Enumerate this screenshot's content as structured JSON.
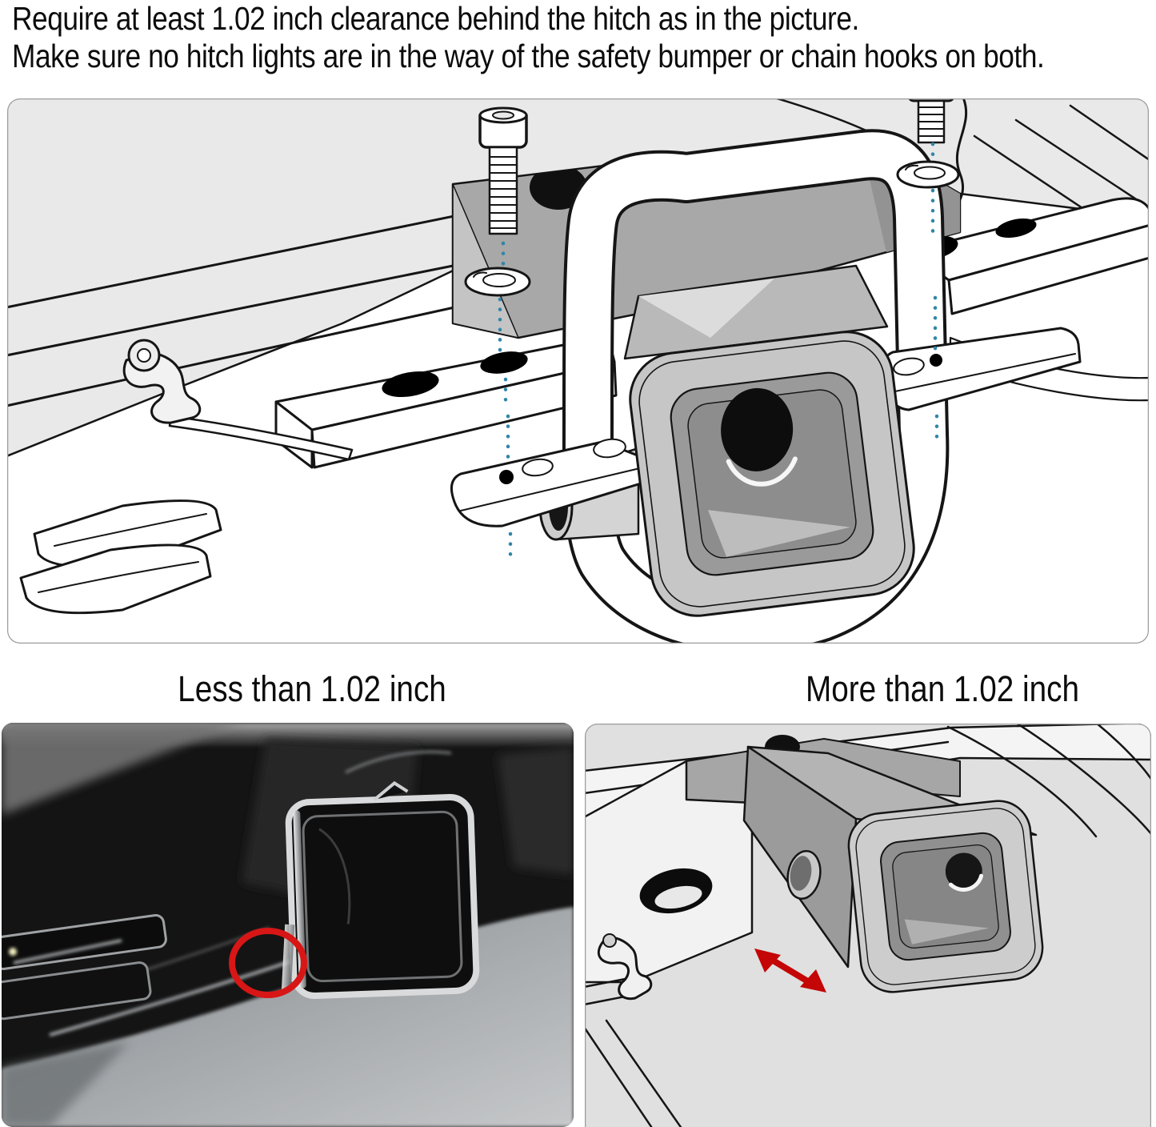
{
  "header": {
    "line1": "Require at least 1.02 inch clearance behind the hitch as in the picture.",
    "line2": "Make sure no hitch lights are in the way of the safety bumper or chain hooks on both."
  },
  "labels": {
    "less": "Less than 1.02 inch",
    "more": "More than 1.02 inch"
  },
  "colors": {
    "guide_dots": "#2f86a7",
    "highlight_circle": "#d81616",
    "clearance_arrow": "#c40606",
    "panel_border": "#9c9c9c",
    "line_art": "#151515",
    "diagram_gray": "#e9e9e9"
  }
}
